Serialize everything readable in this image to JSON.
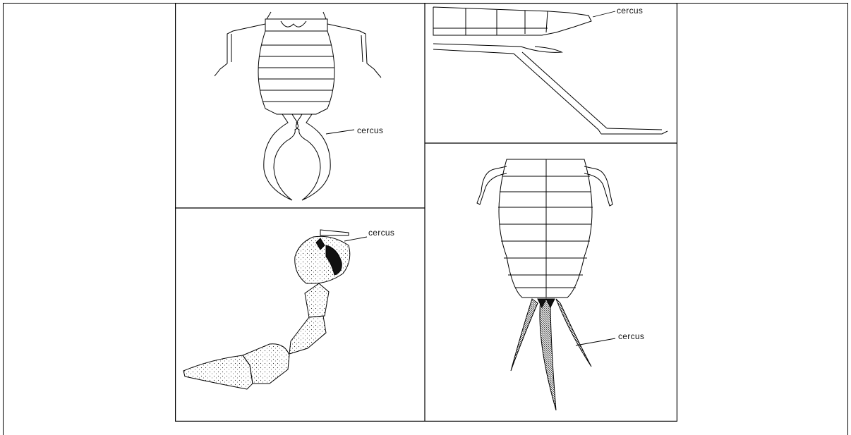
{
  "figure": {
    "panels": [
      {
        "id": "dorsal-abdomen-forceps",
        "label": "cercus"
      },
      {
        "id": "lateral-abdomen-leg",
        "label": "cercus"
      },
      {
        "id": "abdomen-tip-closeup",
        "label": "cercus"
      },
      {
        "id": "abdomen-long-cerci",
        "label": "cercus"
      }
    ]
  }
}
